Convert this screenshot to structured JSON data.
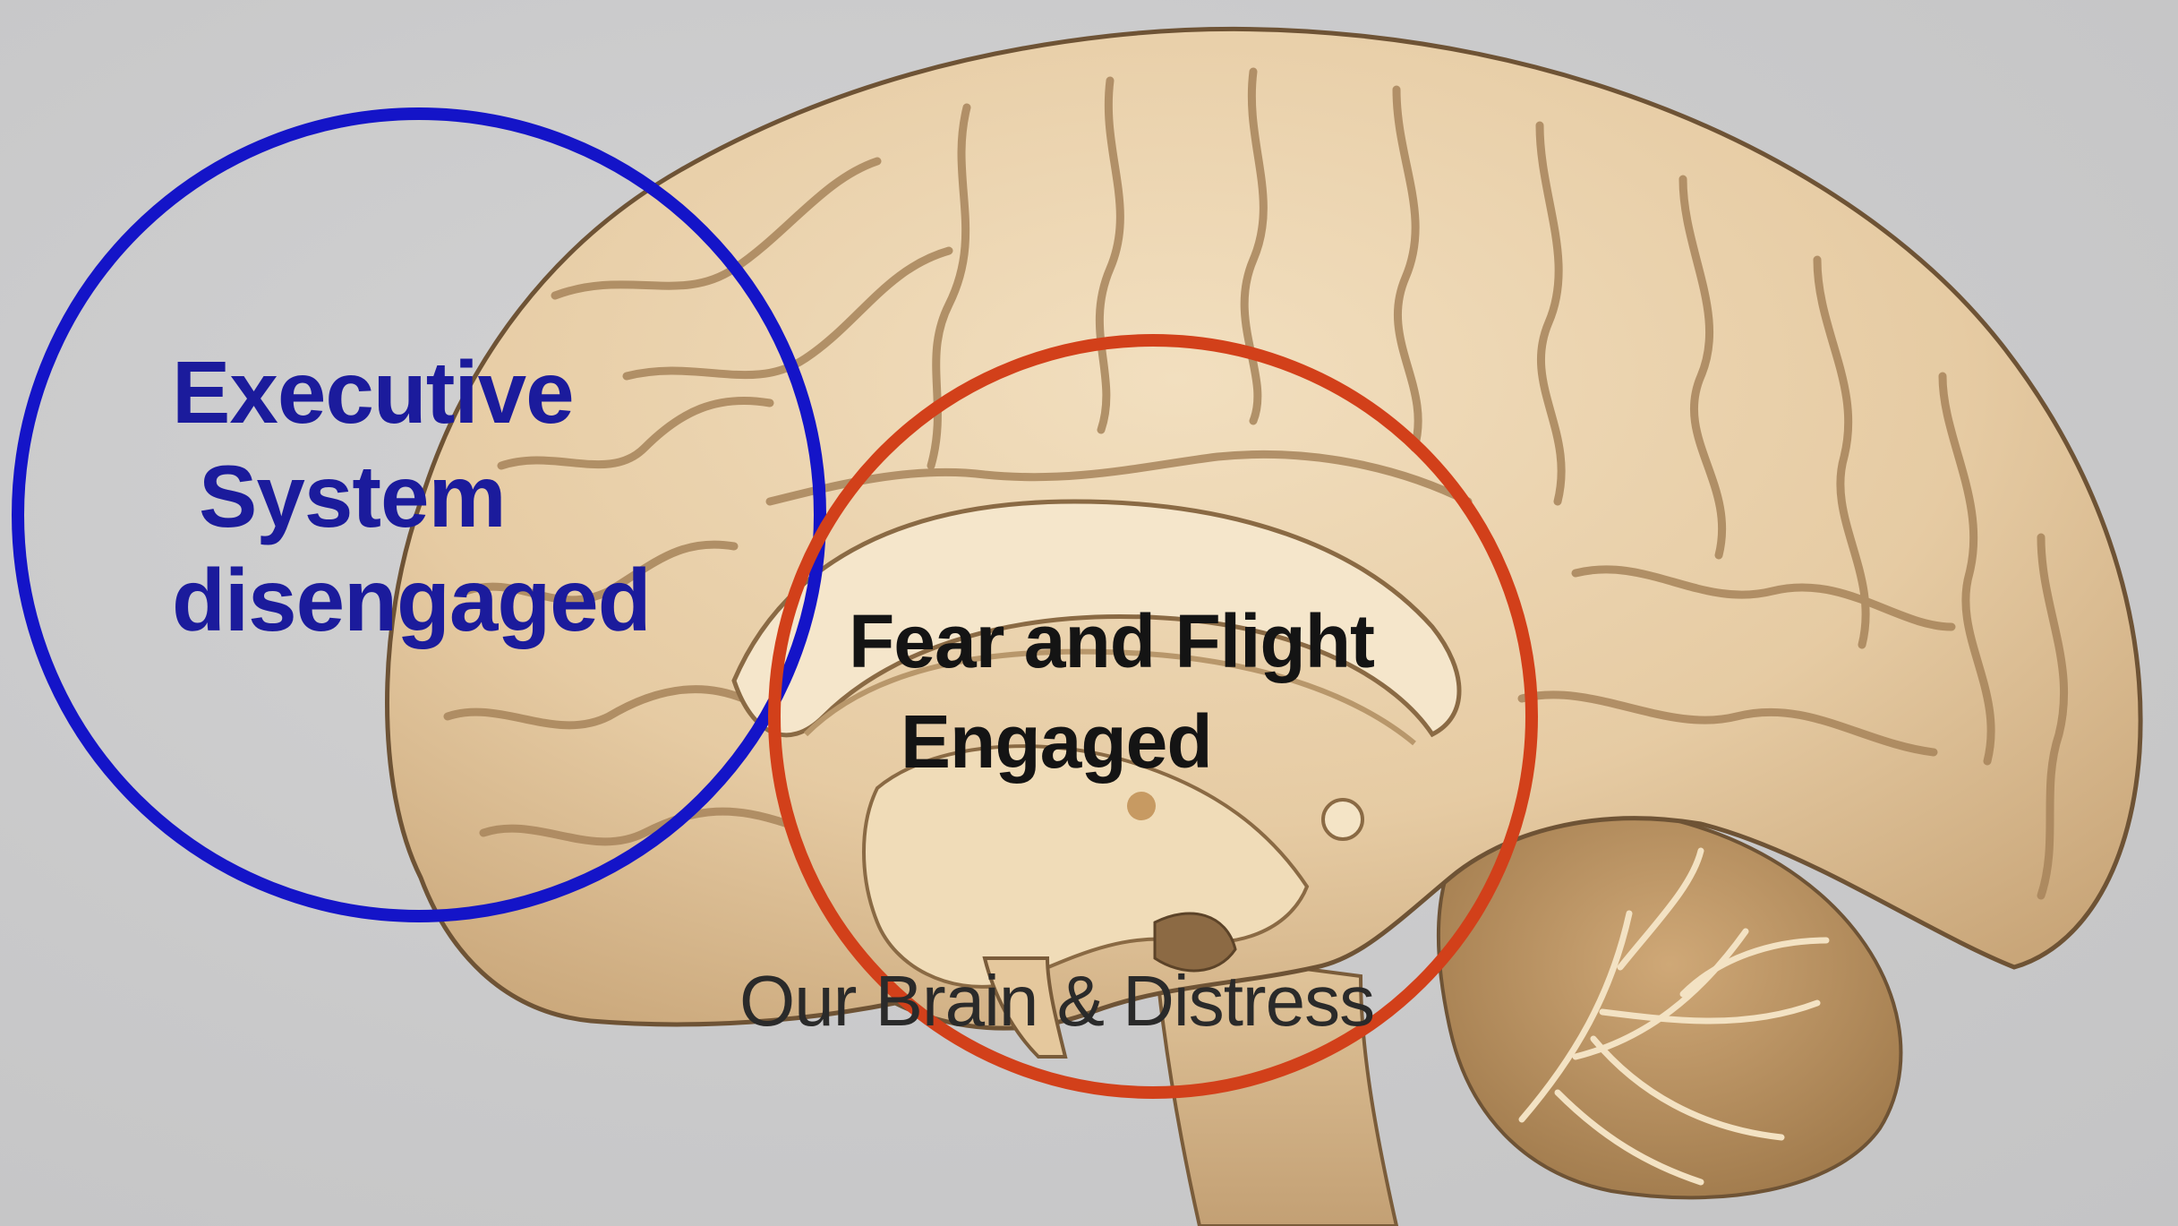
{
  "slide": {
    "title": "Our Brain  & Distress"
  },
  "figure": {
    "image_name": "brain-sagittal-section-illustration",
    "executive_label": {
      "lines": [
        "Executive",
        "System",
        "disengaged"
      ],
      "color": "#1b1b9c",
      "circle_color": "#1414c8"
    },
    "fear_label": {
      "lines": [
        "Fear and Flight",
        "Engaged"
      ],
      "color": "#141414",
      "circle_color": "#d2401a"
    }
  },
  "colors": {
    "background": "#cbcbcc",
    "brain_fill": "#ead2ad",
    "brain_shadow": "#b08d5f",
    "brain_outline": "#6e5335"
  }
}
